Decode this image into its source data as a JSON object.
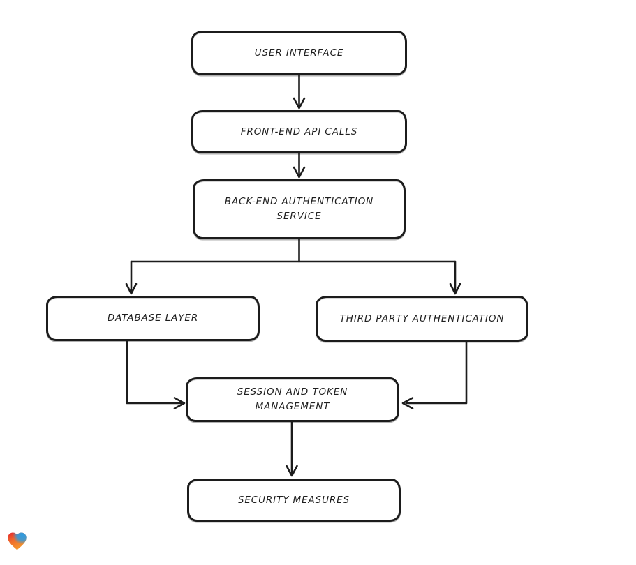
{
  "diagram": {
    "type": "flowchart",
    "style": "hand-drawn",
    "nodes": [
      {
        "id": "user-interface",
        "label": "USER INTERFACE"
      },
      {
        "id": "front-end-api-calls",
        "label": "FRONT-END API CALLS"
      },
      {
        "id": "back-end-authentication-service",
        "label": "BACK-END AUTHENTICATION\nSERVICE"
      },
      {
        "id": "database-layer",
        "label": "DATABASE LAYER"
      },
      {
        "id": "third-party-authentication",
        "label": "THIRD PARTY AUTHENTICATION"
      },
      {
        "id": "session-and-token-management",
        "label": "SESSION AND TOKEN\nMANAGEMENT"
      },
      {
        "id": "security-measures",
        "label": "SECURITY MEASURES"
      }
    ],
    "edges": [
      {
        "from": "user-interface",
        "to": "front-end-api-calls"
      },
      {
        "from": "front-end-api-calls",
        "to": "back-end-authentication-service"
      },
      {
        "from": "back-end-authentication-service",
        "to": "database-layer"
      },
      {
        "from": "back-end-authentication-service",
        "to": "third-party-authentication"
      },
      {
        "from": "database-layer",
        "to": "session-and-token-management"
      },
      {
        "from": "third-party-authentication",
        "to": "session-and-token-management"
      },
      {
        "from": "session-and-token-management",
        "to": "security-measures"
      }
    ],
    "colors": {
      "stroke": "#1c1c1c",
      "box_fill": "#ffffff",
      "background": "#ffffff"
    }
  },
  "watermark": {
    "icon": "gradient-heart-logo",
    "colors": [
      "#e5252f",
      "#2e9ce1",
      "#f59a2d"
    ]
  }
}
